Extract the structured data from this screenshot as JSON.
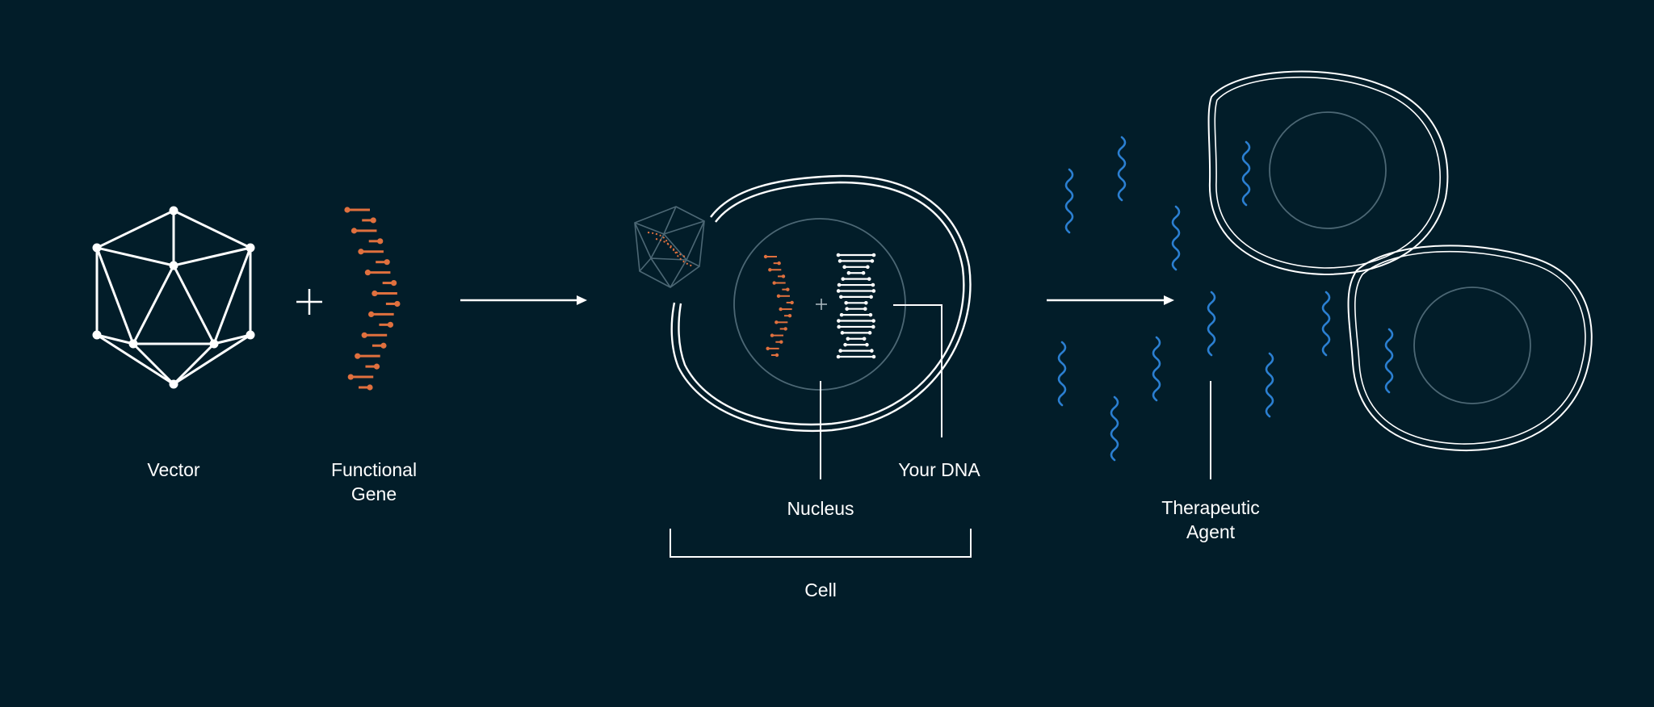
{
  "labels": {
    "vector": "Vector",
    "functional_gene": [
      "Functional",
      "Gene"
    ],
    "nucleus": "Nucleus",
    "your_dna": "Your DNA",
    "cell": "Cell",
    "therapeutic_agent": [
      "Therapeutic",
      "Agent"
    ]
  },
  "colors": {
    "background": "#021d29",
    "line": "#ffffff",
    "gene": "#e0703e",
    "agent": "#2b7fd1",
    "faint": "#4c6774"
  },
  "icons": {
    "vector": "icosahedron-icon",
    "gene": "gene-strand-icon",
    "dna": "double-helix-icon",
    "agent": "wavy-protein-icon",
    "plus": "plus-icon",
    "arrow": "arrow-right-icon"
  }
}
